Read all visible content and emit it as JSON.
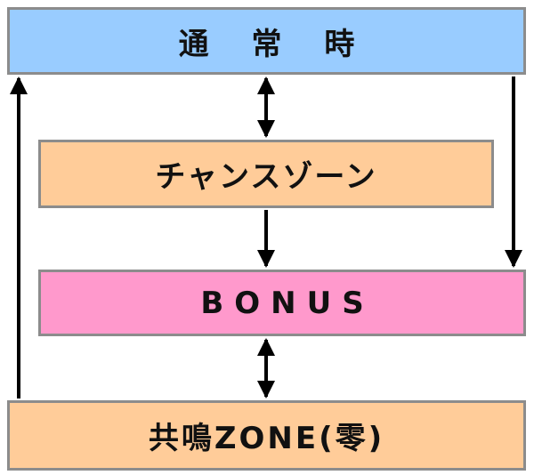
{
  "diagram": {
    "nodes": [
      {
        "id": "normal",
        "label": "通 常 時",
        "fill": "#99ccff"
      },
      {
        "id": "chance",
        "label": "チャンスゾーン",
        "fill": "#ffcc99"
      },
      {
        "id": "bonus",
        "label": "BONUS",
        "fill": "#ff99cc"
      },
      {
        "id": "zone",
        "label": "共鳴ZONE(零)",
        "fill": "#ffcc99"
      }
    ],
    "edges": [
      {
        "from": "normal",
        "to": "chance",
        "bidirectional": true
      },
      {
        "from": "chance",
        "to": "bonus",
        "bidirectional": false
      },
      {
        "from": "normal",
        "to": "bonus",
        "bidirectional": false
      },
      {
        "from": "bonus",
        "to": "zone",
        "bidirectional": true
      },
      {
        "from": "zone",
        "to": "normal",
        "bidirectional": false
      }
    ],
    "border_color": "#8c8c8c",
    "arrow_color": "#000000"
  }
}
